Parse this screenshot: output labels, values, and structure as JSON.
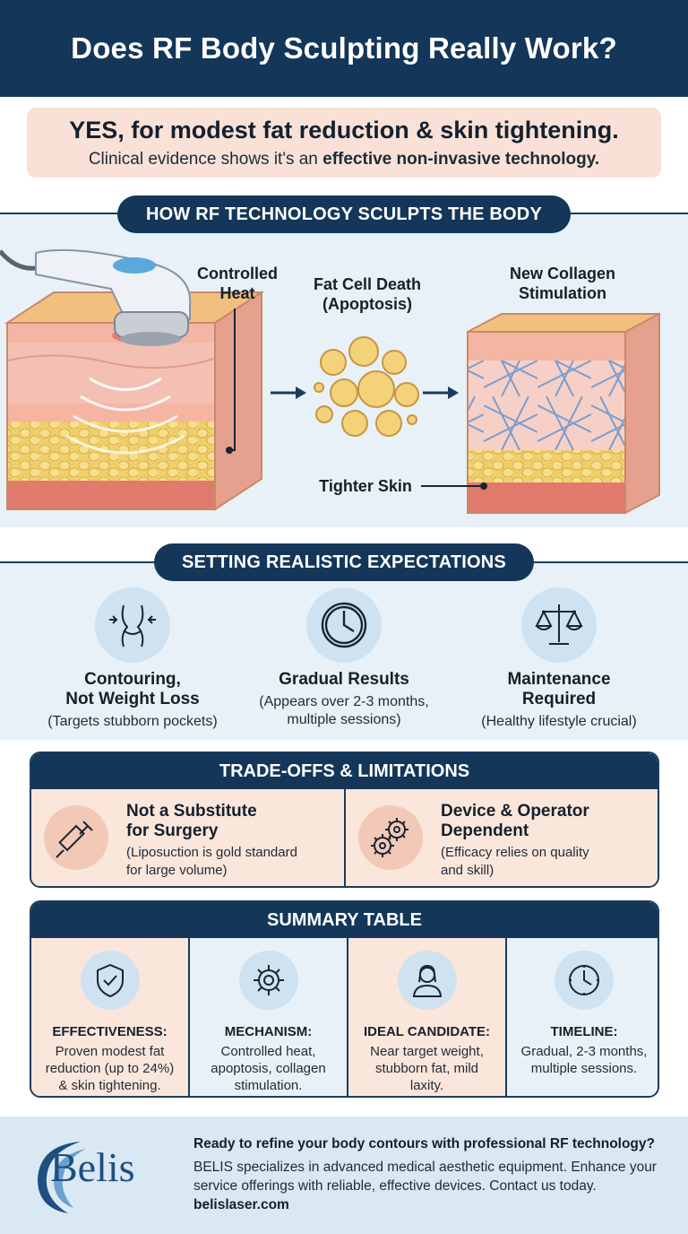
{
  "header": {
    "title": "Does RF Body Sculpting Really Work?"
  },
  "answer": {
    "headline": "YES, for modest fat reduction & skin tightening.",
    "sub_prefix": "Clinical evidence shows it's an ",
    "sub_bold": "effective non-invasive technology."
  },
  "how": {
    "title": "HOW RF TECHNOLOGY SCULPTS THE BODY",
    "controlled_heat": [
      "Controlled",
      "Heat"
    ],
    "fat_cell_death": [
      "Fat Cell Death",
      "(Apoptosis)"
    ],
    "new_collagen": [
      "New Collagen",
      "Stimulation"
    ],
    "tighter_skin": "Tighter Skin"
  },
  "expectations": {
    "title": "SETTING REALISTIC EXPECTATIONS",
    "items": [
      {
        "icon": "waist-contour-icon",
        "title1": "Contouring,",
        "title2": "Not Weight Loss",
        "sub1": "(Targets stubborn pockets)",
        "sub2": ""
      },
      {
        "icon": "clock-icon",
        "title1": "Gradual Results",
        "title2": "",
        "sub1": "(Appears over 2-3 months,",
        "sub2": "multiple sessions)"
      },
      {
        "icon": "balance-scale-icon",
        "title1": "Maintenance",
        "title2": "Required",
        "sub1": "(Healthy lifestyle crucial)",
        "sub2": ""
      }
    ]
  },
  "tradeoffs": {
    "title": "TRADE-OFFS & LIMITATIONS",
    "items": [
      {
        "icon": "syringe-icon",
        "title1": "Not a Substitute",
        "title2": "for Surgery",
        "sub1": "(Liposuction is gold standard",
        "sub2": "for large volume)"
      },
      {
        "icon": "gears-icon",
        "title1": "Device & Operator",
        "title2": "Dependent",
        "sub1": "(Efficacy relies on quality",
        "sub2": "and skill)"
      }
    ]
  },
  "summary": {
    "title": "SUMMARY TABLE",
    "items": [
      {
        "icon": "shield-check-icon",
        "title": "EFFECTIVENESS:",
        "l1": "Proven modest fat",
        "l2": "reduction (up to 24%)",
        "l3": "& skin tightening."
      },
      {
        "icon": "gear-icon",
        "title": "MECHANISM:",
        "l1": "Controlled heat,",
        "l2": "apoptosis, collagen",
        "l3": "stimulation."
      },
      {
        "icon": "person-icon",
        "title": "IDEAL CANDIDATE:",
        "l1": "Near target weight,",
        "l2": "stubborn fat, mild",
        "l3": "laxity."
      },
      {
        "icon": "clock-icon",
        "title": "TIMELINE:",
        "l1": "Gradual, 2-3 months,",
        "l2": "multiple sessions.",
        "l3": ""
      }
    ]
  },
  "footer": {
    "logo": "Belis",
    "cta": "Ready to refine your body contours with professional RF technology?",
    "desc": "BELIS specializes in advanced medical aesthetic equipment. Enhance your service offerings with reliable, effective devices. Contact us today.",
    "url": "belislaser.com"
  },
  "colors": {
    "navy": "#133659",
    "peach": "#f9e1d7",
    "light_blue": "#e8f1f8"
  }
}
